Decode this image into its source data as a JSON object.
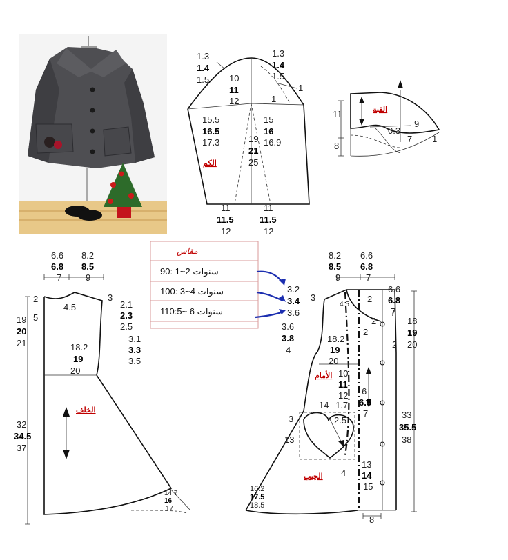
{
  "labels": {
    "sleeve": "الكم",
    "collar": "القبة",
    "back": "الخلف",
    "front": "الأمام",
    "pocket": "الجيب"
  },
  "size_table": {
    "title": "مقاس",
    "rows": [
      "90: 1~2 سنوات",
      "100: 3~4 سنوات",
      "110:5~ 6 سنوات"
    ]
  },
  "sleeve": {
    "left_cap": [
      "1.3",
      "1.4",
      "1.5"
    ],
    "right_cap": [
      "1.3",
      "1.4",
      "1.5"
    ],
    "cap_height": [
      "10",
      "11",
      "12"
    ],
    "right_small": "1",
    "right_one": "1",
    "left_width": [
      "15.5",
      "16.5",
      "17.3"
    ],
    "right_width": [
      "15",
      "16",
      "16.9"
    ],
    "length": [
      "19",
      "21",
      "25"
    ],
    "bottom_left": [
      "11",
      "11.5",
      "12"
    ],
    "bottom_right": [
      "11",
      "11.5",
      "12"
    ]
  },
  "collar": {
    "h1": "11",
    "h2": "8",
    "w": "9",
    "a": "0.3",
    "b": "7",
    "c": "1"
  },
  "back": {
    "top_a": [
      "6.6",
      "6.8",
      "7"
    ],
    "top_b": [
      "8.2",
      "8.5",
      "9"
    ],
    "neck": "4.5",
    "two": "2",
    "five": "5",
    "three": "3",
    "side": [
      "19",
      "20",
      "21"
    ],
    "shoulder": [
      "2.1",
      "2.3",
      "2.5"
    ],
    "arm": [
      "3.1",
      "3.3",
      "3.5"
    ],
    "width": [
      "18.2",
      "19",
      "20"
    ],
    "length": [
      "32",
      "34.5",
      "37"
    ],
    "hem": [
      "14.7",
      "16",
      "17"
    ]
  },
  "front": {
    "top_b": [
      "8.2",
      "8.5",
      "9"
    ],
    "top_a": [
      "6.6",
      "6.8",
      "7"
    ],
    "shoulder": [
      "3.2",
      "3.4",
      "3.6"
    ],
    "arm": [
      "3.6",
      "3.8",
      "4"
    ],
    "three": "3",
    "neck": "4.5",
    "two_a": "2",
    "two_b": "2",
    "two_c": "2",
    "two_d": "2",
    "seven": "7",
    "right": [
      "6.6",
      "6.8",
      "7"
    ],
    "side": [
      "18",
      "19",
      "20"
    ],
    "width": [
      "18.2",
      "19",
      "20"
    ],
    "mid": [
      "10",
      "11",
      "12"
    ],
    "btn": [
      "6",
      "6.5",
      "7"
    ],
    "len": [
      "33",
      "35.5",
      "38"
    ],
    "pocket_top": [
      "14",
      "1.7"
    ],
    "pocket_r": "2.5",
    "pocket_l": "3",
    "pocket_h": "13",
    "pocket_b": "4",
    "low": [
      "13",
      "14",
      "15"
    ],
    "hem": [
      "16.2",
      "17.5",
      "18.5"
    ],
    "eight": "8"
  }
}
